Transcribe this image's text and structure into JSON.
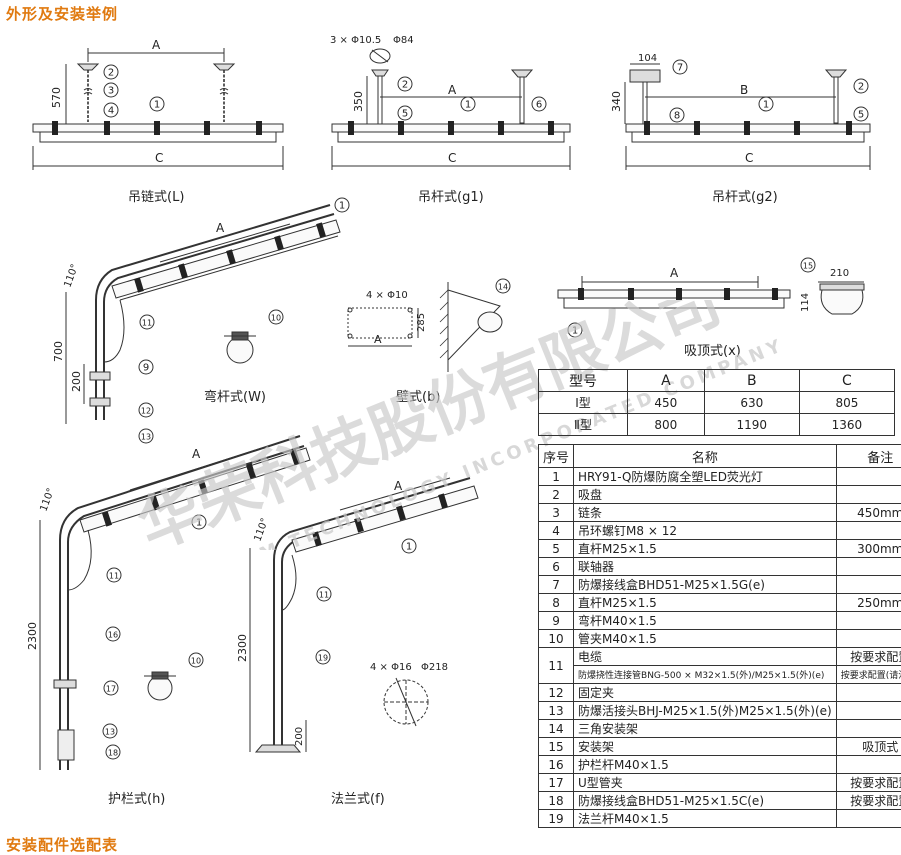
{
  "section_title": "外形及安装举例",
  "next_section_title": "安装配件选配表",
  "captions": {
    "L": "吊链式(L)",
    "g1": "吊杆式(g1)",
    "g2": "吊杆式(g2)",
    "W": "弯杆式(W)",
    "b": "壁式(b)",
    "x": "吸顶式(x)",
    "h": "护栏式(h)",
    "f": "法兰式(f)"
  },
  "dims": {
    "A": "A",
    "B": "B",
    "C": "C",
    "d570": "570",
    "d350": "350",
    "d340": "340",
    "d104": "104",
    "holes3": "3 × Φ10.5",
    "phi84": "Φ84",
    "holes4": "4 × Φ10",
    "d285": "285",
    "d210": "210",
    "d114": "114",
    "a110": "110°",
    "d700": "700",
    "d200": "200",
    "d2300": "2300",
    "holes4b": "4 × Φ16",
    "phi218": "Φ218"
  },
  "callouts": [
    "1",
    "2",
    "3",
    "4",
    "5",
    "6",
    "7",
    "8",
    "9",
    "10",
    "11",
    "12",
    "13",
    "14",
    "15",
    "16",
    "17",
    "18",
    "19"
  ],
  "watermark": {
    "cn": "华荣科技股份有限公司",
    "en": "WAROM TECHNOLOGY INCORPORATED COMPANY"
  },
  "spec_table": {
    "headers": [
      "型号",
      "A",
      "B",
      "C"
    ],
    "rows": [
      [
        "Ⅰ型",
        "450",
        "630",
        "805"
      ],
      [
        "Ⅱ型",
        "800",
        "1190",
        "1360"
      ]
    ]
  },
  "parts_table": {
    "headers": [
      "序号",
      "名称",
      "备注"
    ],
    "rows": [
      {
        "no": "1",
        "name": "HRY91-Q防爆防腐全塑LED荧光灯",
        "note": ""
      },
      {
        "no": "2",
        "name": "吸盘",
        "note": ""
      },
      {
        "no": "3",
        "name": "链条",
        "note": "450mm"
      },
      {
        "no": "4",
        "name": "吊环螺钉M8 × 12",
        "note": ""
      },
      {
        "no": "5",
        "name": "直杆M25×1.5",
        "note": "300mm"
      },
      {
        "no": "6",
        "name": "联轴器",
        "note": ""
      },
      {
        "no": "7",
        "name": "防爆接线盒BHD51-M25×1.5G(e)",
        "note": ""
      },
      {
        "no": "8",
        "name": "直杆M25×1.5",
        "note": "250mm"
      },
      {
        "no": "9",
        "name": "弯杆M40×1.5",
        "note": ""
      },
      {
        "no": "10",
        "name": "管夹M40×1.5",
        "note": ""
      },
      {
        "no": "11",
        "name": "电缆",
        "note": "按要求配置",
        "name2": "防爆挠性连接管BNG-500 × M32×1.5(外)/M25×1.5(外)(e)",
        "note2": "按要求配置(请注明)"
      },
      {
        "no": "12",
        "name": "固定夹",
        "note": ""
      },
      {
        "no": "13",
        "name": "防爆活接头BHJ-M25×1.5(外)M25×1.5(外)(e)",
        "note": ""
      },
      {
        "no": "14",
        "name": "三角安装架",
        "note": ""
      },
      {
        "no": "15",
        "name": "安装架",
        "note": "吸顶式"
      },
      {
        "no": "16",
        "name": "护栏杆M40×1.5",
        "note": ""
      },
      {
        "no": "17",
        "name": "U型管夹",
        "note": "按要求配置"
      },
      {
        "no": "18",
        "name": "防爆接线盒BHD51-M25×1.5C(e)",
        "note": "按要求配置"
      },
      {
        "no": "19",
        "name": "法兰杆M40×1.5",
        "note": ""
      }
    ]
  }
}
